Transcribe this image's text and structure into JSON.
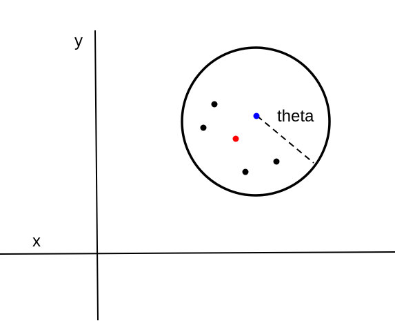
{
  "labels": {
    "y_axis": "y",
    "x_axis": "x",
    "radius": "theta"
  },
  "colors": {
    "axis": "#000000",
    "circle": "#000000",
    "sample_point": "#000000",
    "center_point": "#0000ff",
    "mean_point": "#ff0000",
    "radius_line": "#000000"
  },
  "points": [
    {
      "role": "sample"
    },
    {
      "role": "sample"
    },
    {
      "role": "sample"
    },
    {
      "role": "sample"
    },
    {
      "role": "center"
    },
    {
      "role": "mean"
    }
  ]
}
